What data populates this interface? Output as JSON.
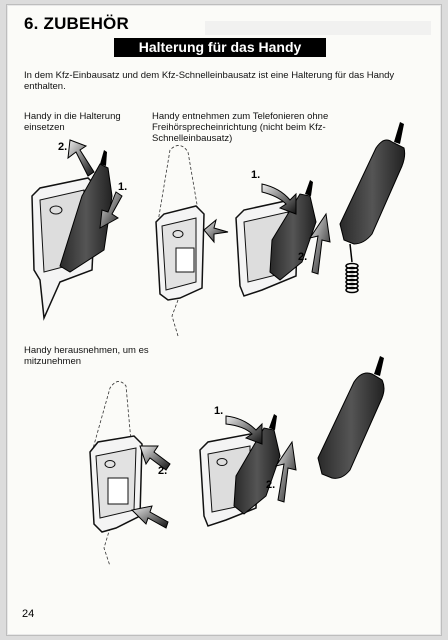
{
  "chapter_title": "6. ZUBEHÖR",
  "section_title": "Halterung für das Handy",
  "intro_text": "In dem Kfz-Einbausatz und dem Kfz-Schnelleinbausatz ist eine Halterung für das Handy enthalten.",
  "captions": {
    "insert": "Handy in die Halterung einsetzen",
    "remove_for_call": "Handy entnehmen zum Telefonieren ohne Freihörsprecheinrichtung (nicht beim Kfz-Schnelleinbausatz)",
    "take_out": "Handy herausnehmen, um es mitzunehmen"
  },
  "step_labels": {
    "step1": "1.",
    "step2": "2."
  },
  "page_number": "24"
}
